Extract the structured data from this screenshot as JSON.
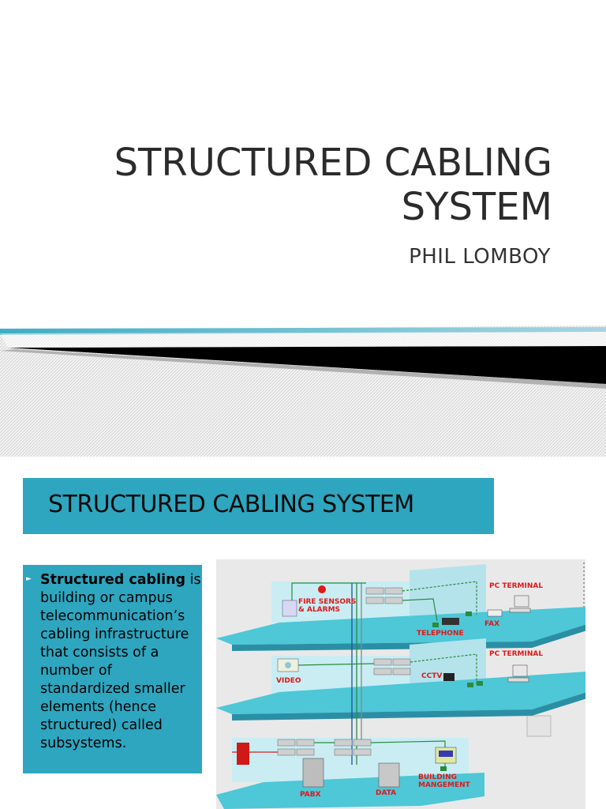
{
  "slide1": {
    "title_line1": "STRUCTURED CABLING",
    "title_line2": "SYSTEM",
    "subtitle": "PHIL LOMBOY"
  },
  "slide2": {
    "heading": "STRUCTURED CABLING SYSTEM",
    "body_bold": "Structured cabling",
    "body_rest": " is building or campus telecommunication’s cabling infrastructure that consists of a number of standardized smaller elements (hence structured) called subsystems.",
    "diagram_labels": {
      "fire_sensors_1": "FIRE SENSORS",
      "fire_sensors_2": "& ALARMS",
      "pc_terminal_top": "PC TERMINAL",
      "telephone": "TELEPHONE",
      "fax": "FAX",
      "video": "VIDEO",
      "cctv": "CCTV",
      "pc_terminal_mid": "PC TERMINAL",
      "pabx": "PABX",
      "data": "DATA",
      "building_1": "BUILDING",
      "building_2": "MANGEMENT"
    }
  },
  "colors": {
    "accent": "#2ea6c0",
    "title_text": "#2b2b2b",
    "label_red": "#e01818"
  }
}
